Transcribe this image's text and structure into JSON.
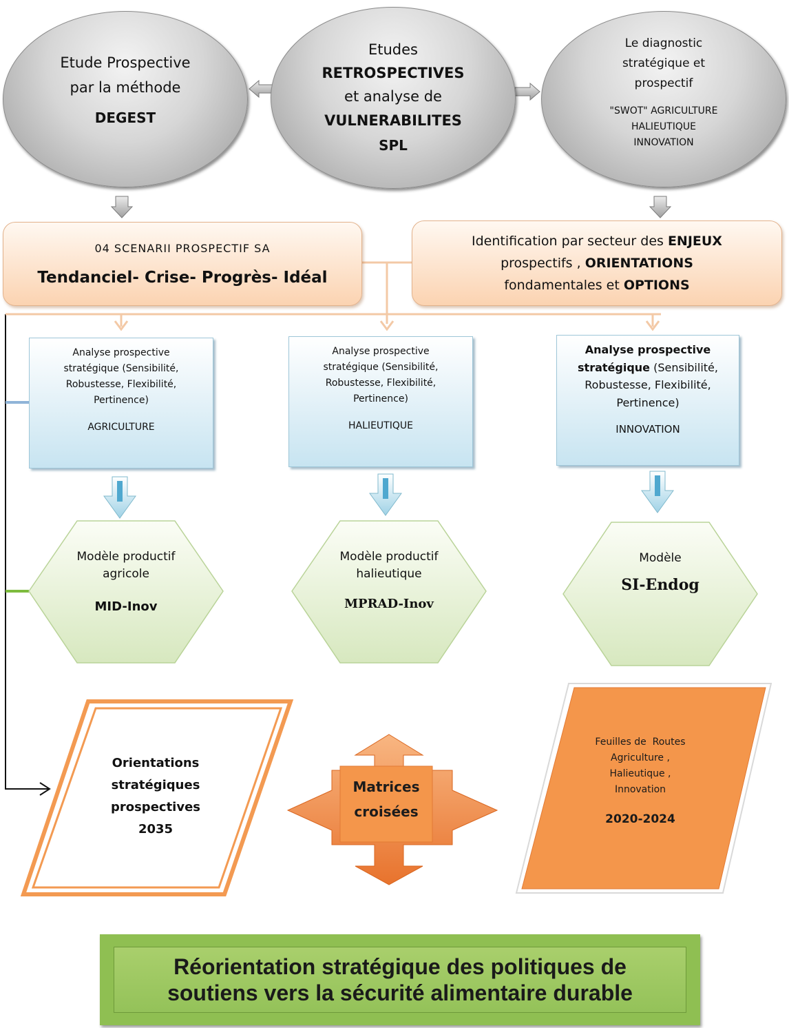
{
  "circles": {
    "left": {
      "line1": "Etude Prospective",
      "line2": "par la méthode",
      "bold": "DEGEST"
    },
    "center": {
      "line1": "Etudes",
      "bold1": "RETROSPECTIVES",
      "line2": "et analyse de",
      "bold2": "VULNERABILITES",
      "bold3": "SPL"
    },
    "right": {
      "line1": "Le diagnostic",
      "line2": "stratégique et",
      "line3": "prospectif",
      "sub1": "\"SWOT\" AGRICULTURE",
      "sub2": "HALIEUTIQUE",
      "sub3": "INNOVATION"
    }
  },
  "scenarios": {
    "label": "04 SCENARII PROSPECTIF SA",
    "bold": "Tendanciel- Crise- Progrès- Idéal"
  },
  "identification": {
    "l1": "Identification par secteur des ",
    "l1b": "ENJEUX",
    "l2": "prospectifs , ",
    "l2b": "ORIENTATIONS",
    "l3": "fondamentales et ",
    "l3b": "OPTIONS"
  },
  "analysis": [
    {
      "l1": "Analyse prospective",
      "l2": "stratégique (Sensibilité,",
      "l3": "Robustesse, Flexibilité,",
      "l4": "Pertinence)",
      "sector": "AGRICULTURE"
    },
    {
      "l1": "Analyse prospective",
      "l2": "stratégique (Sensibilité,",
      "l3": "Robustesse, Flexibilité,",
      "l4": "Pertinence)",
      "sector": "HALIEUTIQUE"
    },
    {
      "l1b": "Analyse prospective",
      "l2b": "stratégique",
      "l2": " (Sensibilité,",
      "l3": "Robustesse, Flexibilité,",
      "l4": "Pertinence)",
      "sector": "INNOVATION"
    }
  ],
  "models": [
    {
      "l1": "Modèle productif",
      "l2": "agricole",
      "name": "MID-Inov"
    },
    {
      "l1": "Modèle productif",
      "l2": "halieutique",
      "name": "MPRAD-Inov"
    },
    {
      "l1": "Modèle",
      "name": "SI-Endog"
    }
  ],
  "orientations": {
    "l1": "Orientations",
    "l2": "stratégiques",
    "l3": "prospectives",
    "l4": "2035"
  },
  "matrices": {
    "l1": "Matrices",
    "l2": "croisées"
  },
  "roadmap": {
    "l1": "Feuilles de  Routes",
    "l2": "Agriculture ,",
    "l3": "Halieutique ,",
    "l4": "Innovation",
    "years": "2020-2024"
  },
  "banner": {
    "l1": "Réorientation stratégique des politiques de",
    "l2": "soutiens vers la sécurité alimentaire durable"
  },
  "colors": {
    "orange": "#f4964b",
    "green": "#8fbf52",
    "blue": "#c7e4f1",
    "gray": "#b0b0b0"
  }
}
